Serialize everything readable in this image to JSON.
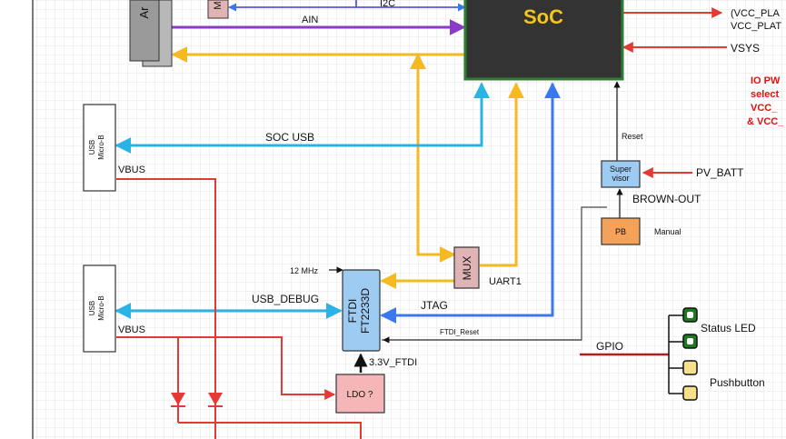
{
  "blocks": {
    "soc": "SoC",
    "usb_top_line1": "USB",
    "usb_top_line2": "Micro-B",
    "usb_bottom_line1": "USB",
    "usb_bottom_line2": "Micro-B",
    "ftdi_line1": "FTDI",
    "ftdi_line2": "FT2233D",
    "mux": "MUX",
    "supervisor_line1": "Super",
    "supervisor_line2": "visor",
    "pb": "PB",
    "ldo": "LDO ?",
    "partial_top_a": "Ar",
    "partial_top_m": "M"
  },
  "signals": {
    "i2c": "I2C",
    "ain": "AIN",
    "soc_usb": "SOC USB",
    "vbus_top": "VBUS",
    "vbus_bottom": "VBUS",
    "usb_debug": "USB_DEBUG",
    "clk_12mhz": "12 MHz",
    "uart1": "UART1",
    "jtag": "JTAG",
    "ftdi_reset": "FTDI_Reset",
    "v33_ftdi": "3.3V_FTDI",
    "reset": "Reset",
    "pv_batt": "PV_BATT",
    "brown_out": "BROWN-OUT",
    "manual": "Manual",
    "gpio": "GPIO",
    "vsys": "VSYS",
    "vcc_pla_1": "(VCC_PLA",
    "vcc_pla_2": "VCC_PLAT"
  },
  "notes": {
    "io_pw_1": "IO PW",
    "io_pw_2": "select",
    "io_pw_3": "VCC_",
    "io_pw_4": "& VCC_"
  },
  "outputs": {
    "status_led": "Status LED",
    "pushbutton": "Pushbutton"
  },
  "colors": {
    "grid": "#e6e6e6",
    "soc_fill": "#333333",
    "soc_border": "#2e7d32",
    "soc_text": "#f5c518",
    "usb_link": "#2bb3e6",
    "jtag_link": "#3b78f0",
    "uart_link": "#f5b921",
    "ain_link": "#8a3cc8",
    "power": "#e53935",
    "ftdi_fill": "#9ecbf2",
    "mux_fill": "#e0b4b4",
    "supervisor_fill": "#9ecbf2",
    "pb_fill": "#f4a15a",
    "ldo_fill": "#f4b6b6",
    "led_green": "#1e7a1e",
    "led_yellow": "#f7e08a"
  }
}
